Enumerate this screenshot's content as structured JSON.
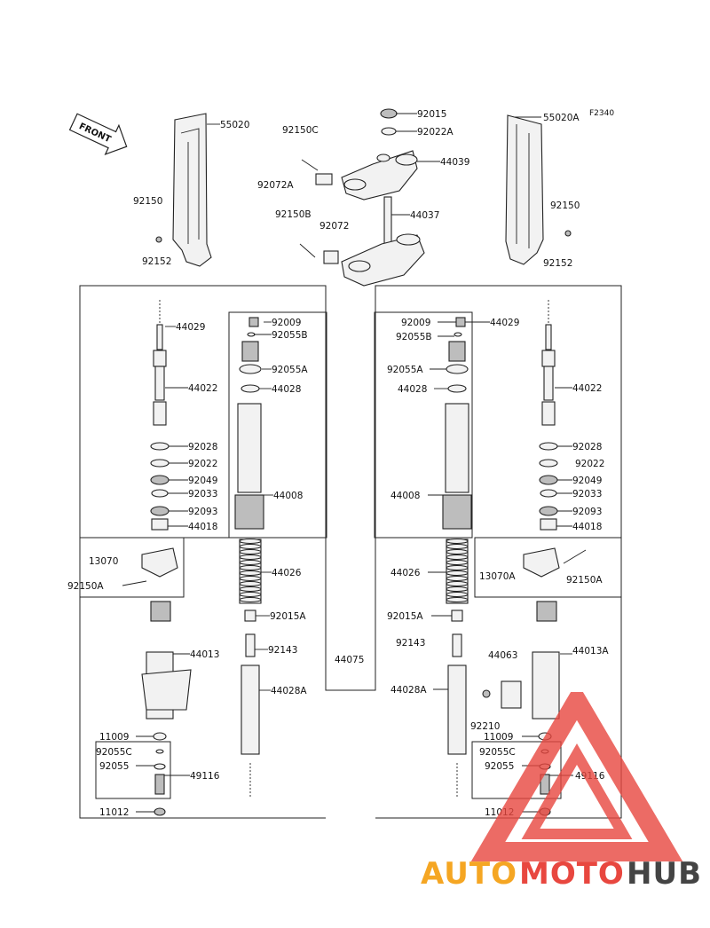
{
  "diagram": {
    "code": "F2340",
    "front_label": "FRONT",
    "parts": {
      "p55020": "55020",
      "p55020A": "55020A",
      "p92150_l": "92150",
      "p92152_l": "92152",
      "p92150_r": "92150",
      "p92152_r": "92152",
      "p92150C": "92150C",
      "p92072A": "92072A",
      "p92150B": "92150B",
      "p92072": "92072",
      "p92015": "92015",
      "p92022A": "92022A",
      "p44039": "44039",
      "p44037": "44037",
      "l44029": "44029",
      "l44022": "44022",
      "l92028": "92028",
      "l92022": "92022",
      "l92049": "92049",
      "l92033": "92033",
      "l92093": "92093",
      "l44018": "44018",
      "l92009": "92009",
      "l92055B": "92055B",
      "l92055A": "92055A",
      "l44028": "44028",
      "l44008": "44008",
      "l44026": "44026",
      "l92015A": "92015A",
      "l92143": "92143",
      "l44028A": "44028A",
      "l13070": "13070",
      "l92150A": "92150A",
      "l44013": "44013",
      "l11009": "11009",
      "l92055C": "92055C",
      "l92055": "92055",
      "l49116": "49116",
      "l11012": "11012",
      "c44075": "44075",
      "r92009": "92009",
      "r44029": "44029",
      "r92055B": "92055B",
      "r92055A": "92055A",
      "r44028": "44028",
      "r44022": "44022",
      "r92028": "92028",
      "r92022": "92022",
      "r92049": "92049",
      "r44008": "44008",
      "r92033": "92033",
      "r92093": "92093",
      "r44018": "44018",
      "r44026": "44026",
      "r13070A": "13070A",
      "r92150A": "92150A",
      "r92015A": "92015A",
      "r92143": "92143",
      "r44013A": "44013A",
      "r44063": "44063",
      "r44028A": "44028A",
      "r92210": "92210",
      "r11009": "11009",
      "r92055C": "92055C",
      "r92055": "92055",
      "r49116": "49116",
      "r11012": "11012"
    }
  },
  "watermark": {
    "brand_part1": "AUTO",
    "brand_part2": "MOTO",
    "brand_part3": "HUB",
    "colors": {
      "auto": "#f5a623",
      "moto": "#e8473f",
      "hub": "#333333",
      "triangle": "#e8473f"
    }
  }
}
